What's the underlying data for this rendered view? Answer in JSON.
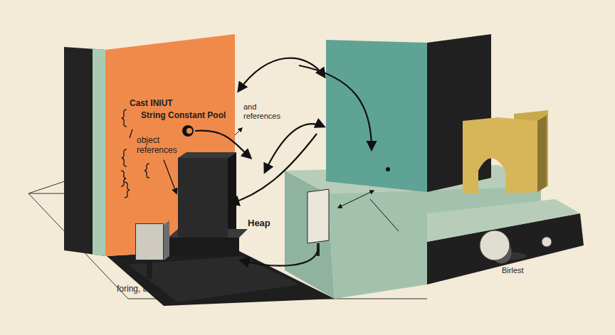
{
  "diagram": {
    "nodes": [
      {
        "text": [
          "Cast INIUT",
          "String Constant Pool",
          "object references"
        ]
      },
      {
        "text": [
          "Heap"
        ]
      },
      {
        "text": [
          "foring, bluck"
        ]
      }
    ],
    "edges": [
      {
        "from": 0,
        "to": 1,
        "arrow": "to"
      }
    ],
    "labels": [
      "and references",
      "Birlest"
    ]
  }
}
